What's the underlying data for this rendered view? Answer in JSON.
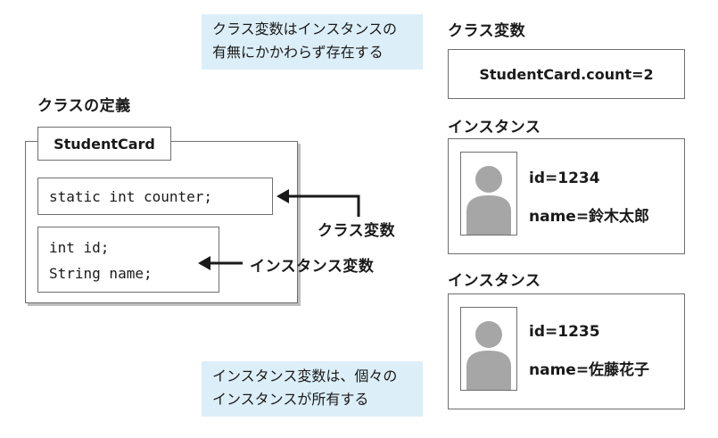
{
  "notes": {
    "class_var_note": [
      "クラス変数はインスタンスの",
      "有無にかかわらず存在する"
    ],
    "instance_var_note": [
      "インスタンス変数は、個々の",
      "インスタンスが所有する"
    ]
  },
  "class_definition": {
    "heading": "クラスの定義",
    "class_name": "StudentCard",
    "static_block": "static int counter;",
    "instance_block": [
      "int id;",
      "String name;"
    ],
    "arrow_labels": {
      "class_variable": "クラス変数",
      "instance_variable": "インスタンス変数"
    }
  },
  "class_variable_panel": {
    "heading": "クラス変数",
    "value": "StudentCard.count=2"
  },
  "instances": [
    {
      "heading": "インスタンス",
      "id": "id=1234",
      "name": "name=鈴木太郎"
    },
    {
      "heading": "インスタンス",
      "id": "id=1235",
      "name": "name=佐藤花子"
    }
  ],
  "colors": {
    "note_background": "#dceef8",
    "border": "#6f6f6f",
    "avatar": "#a6a6a6",
    "arrow": "#1a1a1a"
  }
}
